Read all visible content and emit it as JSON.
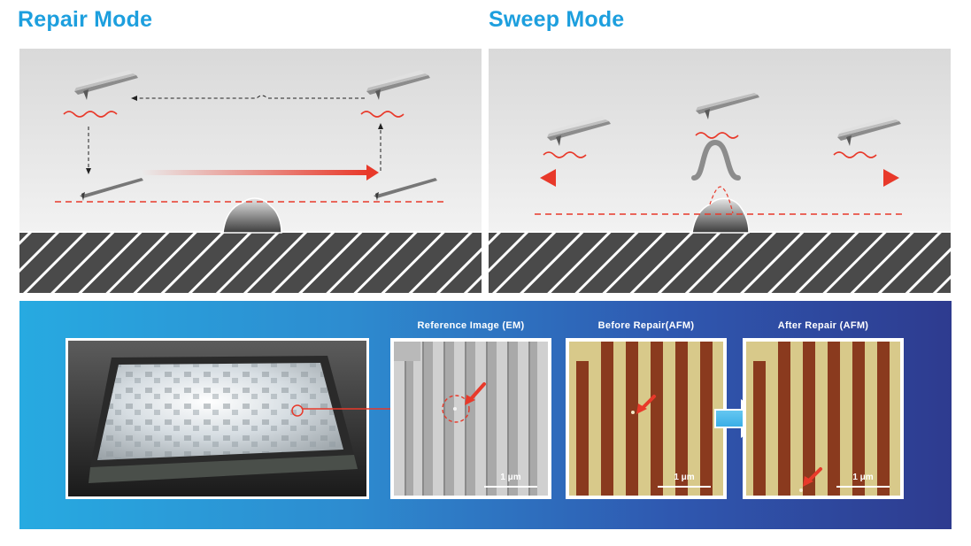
{
  "titles": {
    "repair": "Repair Mode",
    "sweep": "Sweep Mode"
  },
  "images": {
    "reference": "Reference Image (EM)",
    "before": "Before Repair(AFM)",
    "after": "After Repair (AFM)",
    "scale": "1 μm"
  },
  "colors": {
    "title": "#1d9fde",
    "arrow": "#e8392a",
    "stripe_dark": "#8a3a1e",
    "stripe_light": "#d8c98a"
  },
  "icons": {
    "repair_cantilevers": "afm-cantilever-icon",
    "sweep_cantilevers": "afm-cantilever-icon",
    "transition_arrow": "right-arrow-icon"
  }
}
